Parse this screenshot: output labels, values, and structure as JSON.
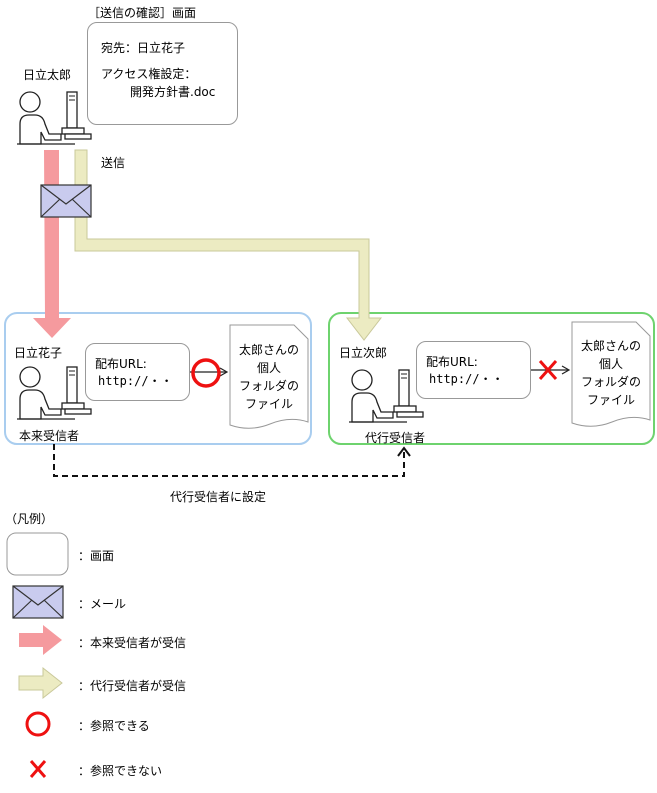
{
  "confirm_title": "［送信の確認］画面",
  "confirm_dest": "宛先：日立花子",
  "confirm_access_label": "アクセス権設定：",
  "confirm_access_file": "開発方針書.doc",
  "sender_name": "日立太郎",
  "send_label": "送信",
  "recipient_left": {
    "name": "日立花子",
    "role": "本来受信者",
    "url_label": "配布URL:",
    "url_value": "http://・・",
    "file_lines": [
      "太郎さんの",
      "個人",
      "フォルダの",
      "ファイル"
    ]
  },
  "recipient_right": {
    "name": "日立次郎",
    "role": "代行受信者",
    "url_label": "配布URL:",
    "url_value": "http://・・",
    "file_lines": [
      "太郎さんの",
      "個人",
      "フォルダの",
      "ファイル"
    ]
  },
  "delegate_label": "代行受信者に設定",
  "legend_title": "（凡例）",
  "legend": [
    {
      "icon": "screen",
      "label": "：画面"
    },
    {
      "icon": "mail",
      "label": "：メール"
    },
    {
      "icon": "arrow-red",
      "label": "：本来受信者が受信"
    },
    {
      "icon": "arrow-yellow",
      "label": "：代行受信者が受信"
    },
    {
      "icon": "circle",
      "label": "：参照できる"
    },
    {
      "icon": "cross",
      "label": "：参照できない"
    }
  ],
  "colors": {
    "arrow_red": "#f59a9e",
    "arrow_yellow": "#ecebc2",
    "box_blue": "#a9cdef",
    "box_green": "#6ed36e",
    "mark_red": "#ee1111",
    "mail_fill": "#c9cbee"
  }
}
